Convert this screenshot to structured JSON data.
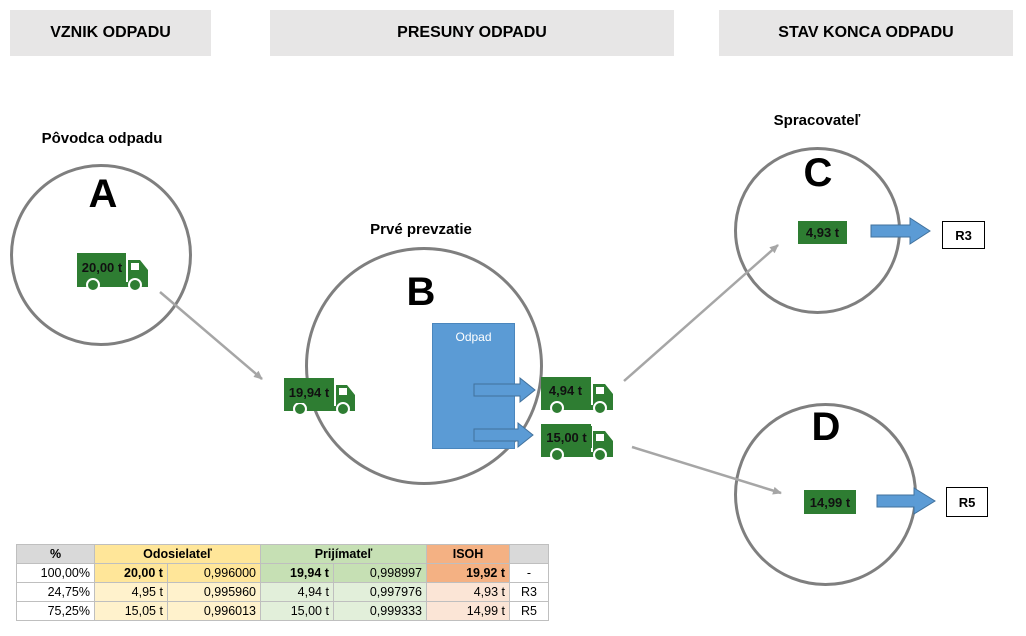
{
  "headers": {
    "vznik": "VZNIK ODPADU",
    "presuny": "PRESUNY ODPADU",
    "stav": "STAV KONCA ODPADU"
  },
  "nodes": {
    "A": {
      "letter": "A",
      "title": "Pôvodca odpadu",
      "truck": "20,00 t"
    },
    "B": {
      "letter": "B",
      "title": "Prvé prevzatie",
      "truck_in": "19,94 t",
      "odpad": "Odpad",
      "truck_out1": "4,94 t",
      "truck_out2": "15,00 t"
    },
    "C": {
      "letter": "C",
      "title": "Spracovateľ",
      "amount": "4,93 t",
      "code": "R3"
    },
    "D": {
      "letter": "D",
      "amount": "14,99 t",
      "code": "R5"
    }
  },
  "colors": {
    "truck": "#2e7d32",
    "arrow_blue": "#5b9bd5",
    "connector": "#a6a6a6",
    "circle": "#7f7f7f"
  },
  "table": {
    "headers": [
      "%",
      "Odosielateľ",
      "Prijímateľ",
      "ISOH",
      ""
    ],
    "rows": [
      [
        "100,00%",
        "20,00 t",
        "0,996000",
        "19,94 t",
        "0,998997",
        "19,92 t",
        "-"
      ],
      [
        "24,75%",
        "4,95 t",
        "0,995960",
        "4,94 t",
        "0,997976",
        "4,93 t",
        "R3"
      ],
      [
        "75,25%",
        "15,05 t",
        "0,996013",
        "15,00 t",
        "0,999333",
        "14,99 t",
        "R5"
      ]
    ]
  }
}
